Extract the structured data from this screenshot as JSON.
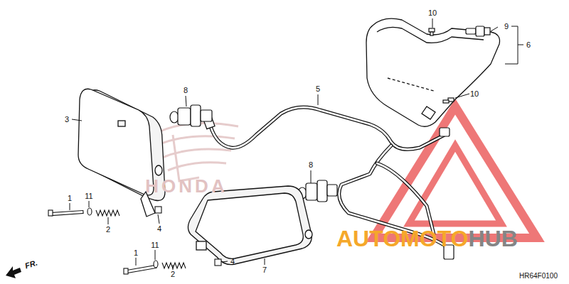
{
  "diagram": {
    "labels": [
      "10",
      "9",
      "6",
      "8",
      "5",
      "10",
      "3",
      "8",
      "1",
      "11",
      "2",
      "4",
      "11",
      "1",
      "2",
      "4",
      "7",
      "FR.",
      "HONDA",
      "AUTOMOTO",
      "HUB",
      "HR64F0100"
    ]
  }
}
